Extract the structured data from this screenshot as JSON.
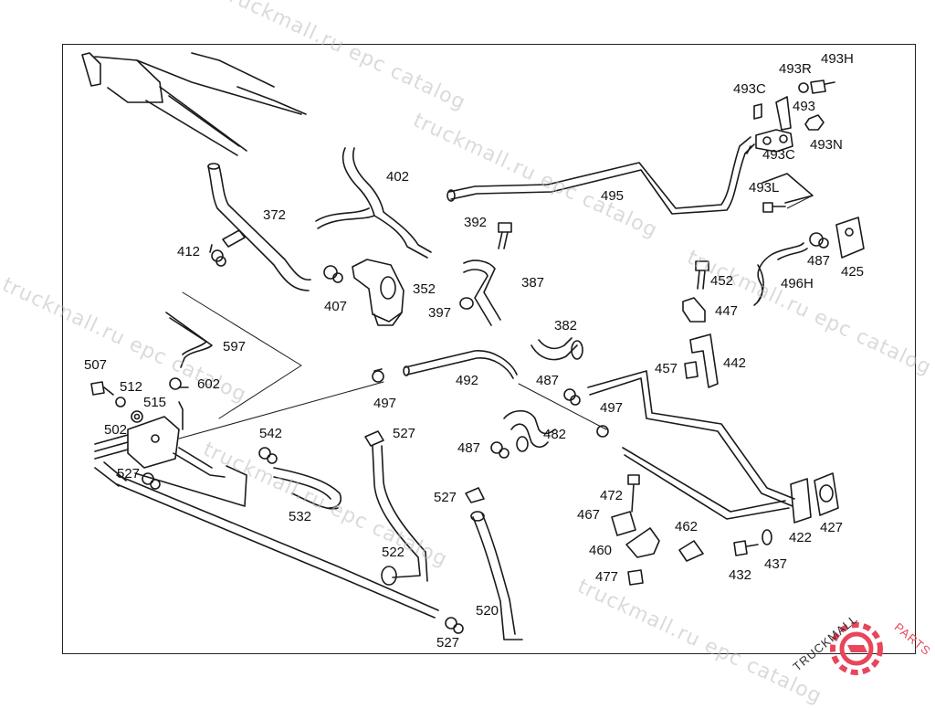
{
  "watermark": {
    "text": "truckmall.ru epc catalog"
  },
  "logo": {
    "text_dark": "TRUCKMALL",
    "text_accent": "PARTS"
  },
  "colors": {
    "line": "#1a1a1a",
    "frame": "#222222",
    "watermark": "#bdbdbd",
    "logo_accent": "#e8465b",
    "logo_dark": "#333333"
  },
  "callouts": {
    "c372": "372",
    "c402": "402",
    "c412": "412",
    "c407": "407",
    "c352": "352",
    "c392": "392",
    "c387": "387",
    "c397": "397",
    "c382": "382",
    "c495": "495",
    "c493H": "493H",
    "c493R": "493R",
    "c493C_top": "493C",
    "c493": "493",
    "c493N": "493N",
    "c493C_mid": "493C",
    "c493L": "493L",
    "c487_r": "487",
    "c425": "425",
    "c452": "452",
    "c496H": "496H",
    "c447": "447",
    "c442": "442",
    "c457": "457",
    "c597": "597",
    "c507": "507",
    "c512": "512",
    "c515": "515",
    "c602": "602",
    "c502": "502",
    "c497_l": "497",
    "c492": "492",
    "c487_m": "487",
    "c497_r": "497",
    "c482": "482",
    "c487_b": "487",
    "c542": "542",
    "c527_a": "527",
    "c527_b": "527",
    "c527_c": "527",
    "c527_d": "527",
    "c532": "532",
    "c522": "522",
    "c520": "520",
    "c472": "472",
    "c467": "467",
    "c462": "462",
    "c460": "460",
    "c477": "477",
    "c432": "432",
    "c437": "437",
    "c422": "422",
    "c427": "427"
  }
}
